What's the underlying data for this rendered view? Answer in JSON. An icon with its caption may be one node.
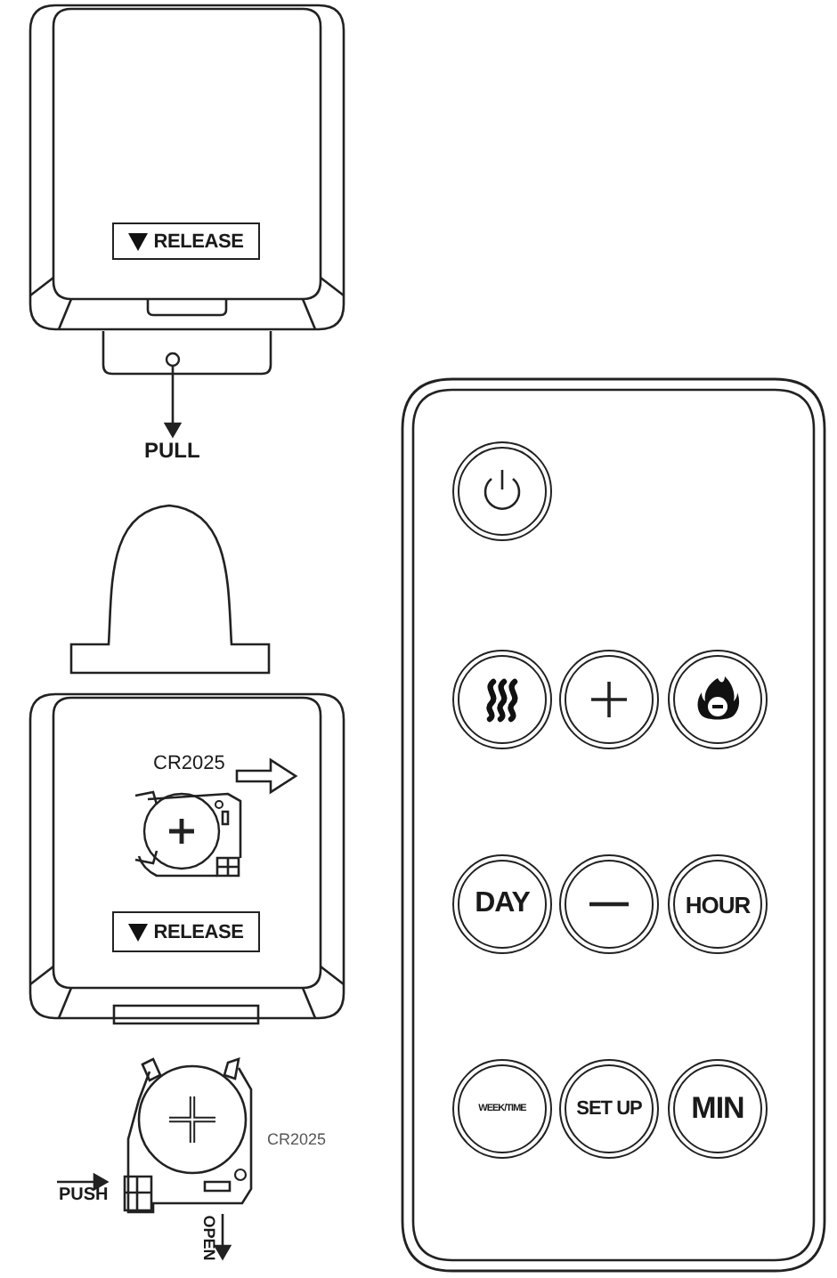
{
  "diagram": {
    "nodes": [
      {
        "text": [
          "RELEASE"
        ]
      },
      {
        "text": [
          "RELEASE"
        ]
      },
      {
        "text": [],
        "shape": "circle"
      },
      {
        "text": [],
        "shape": "circle"
      },
      {
        "text": [],
        "shape": "circle"
      },
      {
        "text": [],
        "shape": "circle"
      },
      {
        "text": [
          "DAY"
        ]
      },
      {
        "text": [],
        "shape": "circle"
      },
      {
        "text": [
          "HOUR"
        ]
      },
      {
        "text": [
          "WEEK/TIME"
        ]
      },
      {
        "text": [
          "SET UP"
        ]
      },
      {
        "text": [
          "MIN"
        ]
      }
    ],
    "edges": [],
    "labels": [
      "PULL",
      "CR2025",
      "CR2025",
      "PUSH",
      "OPEN"
    ]
  }
}
